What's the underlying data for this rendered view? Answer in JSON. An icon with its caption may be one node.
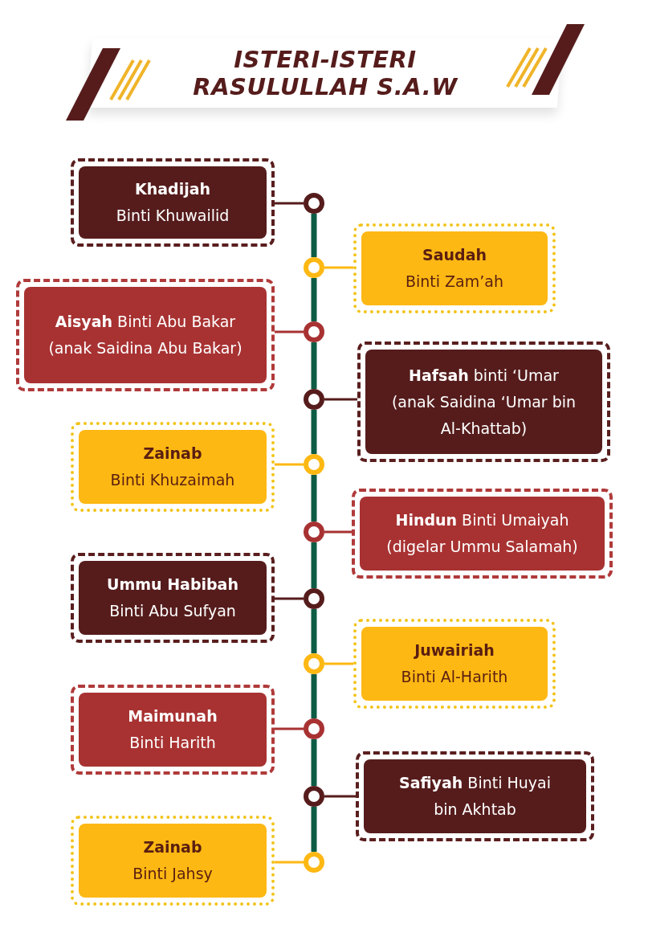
{
  "diagram": {
    "title": "ISTERI-ISTERI RASULULLAH S.A.W",
    "nodes": [
      {
        "text": [
          "Khadijah",
          "Binti Khuwailid"
        ]
      },
      {
        "text": [
          "Saudah",
          "Binti Zam’ah"
        ]
      },
      {
        "text": [
          "**Aisyah** Binti Abu Bakar (anak Saidina Abu Bakar)"
        ]
      },
      {
        "text": [
          "**Hafsah** binti ‘Umar (anak Saidina ‘Umar bin Al-Khattab)"
        ]
      },
      {
        "text": [
          "Zainab",
          "Binti Khuzaimah"
        ]
      },
      {
        "text": [
          "**Hindun** Binti Umaiyah (digelar Ummu Salamah)"
        ]
      },
      {
        "text": [
          "Ummu Habibah",
          "Binti Abu Sufyan"
        ]
      },
      {
        "text": [
          "Juwairiah",
          "Binti Al-Harith"
        ]
      },
      {
        "text": [
          "Maimunah",
          "Binti Harith"
        ]
      },
      {
        "text": [
          "**Safiyah** Binti Huyai bin Akhtab"
        ]
      },
      {
        "text": [
          "Zainab",
          "Binti Jahsy"
        ]
      },
      {
        "text": [],
        "shape": "circle"
      },
      {
        "text": [],
        "shape": "circle"
      },
      {
        "text": [],
        "shape": "circle"
      },
      {
        "text": [],
        "shape": "circle"
      },
      {
        "text": [],
        "shape": "circle"
      },
      {
        "text": [],
        "shape": "circle"
      },
      {
        "text": [],
        "shape": "circle"
      },
      {
        "text": [],
        "shape": "circle"
      },
      {
        "text": [],
        "shape": "circle"
      },
      {
        "text": [],
        "shape": "circle"
      },
      {
        "text": [],
        "shape": "circle"
      }
    ],
    "edges": [
      {
        "from": 0,
        "to": 11,
        "arrow": "none",
        "color": "#561c1c"
      },
      {
        "from": 1,
        "to": 12,
        "arrow": "none",
        "color": "#fdb813"
      },
      {
        "from": 2,
        "to": 13,
        "arrow": "none",
        "color": "#a83232"
      },
      {
        "from": 3,
        "to": 14,
        "arrow": "none",
        "color": "#561c1c"
      },
      {
        "from": 4,
        "to": 15,
        "arrow": "none",
        "color": "#fdb813"
      },
      {
        "from": 5,
        "to": 16,
        "arrow": "none",
        "color": "#a83232"
      },
      {
        "from": 6,
        "to": 17,
        "arrow": "none",
        "color": "#561c1c"
      },
      {
        "from": 7,
        "to": 18,
        "arrow": "none",
        "color": "#fdb813"
      },
      {
        "from": 8,
        "to": 19,
        "arrow": "none",
        "color": "#a83232"
      },
      {
        "from": 9,
        "to": 20,
        "arrow": "none",
        "color": "#561c1c"
      },
      {
        "from": 10,
        "to": 21,
        "arrow": "none",
        "color": "#fdb813"
      },
      {
        "from": 11,
        "to": 12,
        "arrow": "none",
        "style": "thick",
        "color": "#0d5c45"
      },
      {
        "from": 12,
        "to": 13,
        "arrow": "none",
        "style": "thick",
        "color": "#0d5c45"
      },
      {
        "from": 13,
        "to": 14,
        "arrow": "none",
        "style": "thick",
        "color": "#0d5c45"
      },
      {
        "from": 14,
        "to": 15,
        "arrow": "none",
        "style": "thick",
        "color": "#0d5c45"
      },
      {
        "from": 15,
        "to": 16,
        "arrow": "none",
        "style": "thick",
        "color": "#0d5c45"
      },
      {
        "from": 16,
        "to": 17,
        "arrow": "none",
        "style": "thick",
        "color": "#0d5c45"
      },
      {
        "from": 17,
        "to": 18,
        "arrow": "none",
        "style": "thick",
        "color": "#0d5c45"
      },
      {
        "from": 18,
        "to": 19,
        "arrow": "none",
        "style": "thick",
        "color": "#0d5c45"
      },
      {
        "from": 19,
        "to": 20,
        "arrow": "none",
        "style": "thick",
        "color": "#0d5c45"
      },
      {
        "from": 20,
        "to": 21,
        "arrow": "none",
        "style": "thick",
        "color": "#0d5c45"
      }
    ]
  }
}
